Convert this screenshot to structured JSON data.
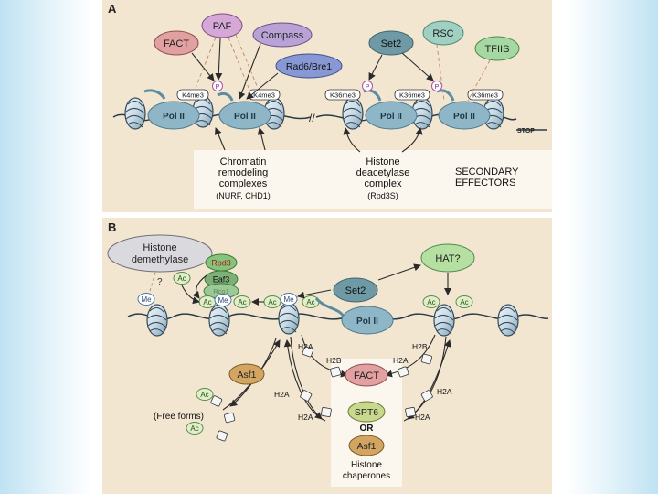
{
  "panel_a": {
    "label": "A",
    "factors": {
      "fact": "FACT",
      "paf": "PAF",
      "compass": "Compass",
      "rad6": "Rad6/Bre1",
      "set2": "Set2",
      "rsc": "RSC",
      "tfiis": "TFIIS"
    },
    "phospho": "P",
    "marks": {
      "k4_1": "K4me3",
      "k4_2": "K4me3",
      "k36_1": "K36me3",
      "k36_2": "K36me3",
      "k36_3": "K36me3"
    },
    "pol": {
      "p1": "Pol II",
      "p2": "Pol II",
      "p3": "Pol II",
      "p4": "Pol II"
    },
    "stop": "STOP",
    "chromatin": {
      "line1": "Chromatin",
      "line2": "remodeling",
      "line3": "complexes",
      "line4": "(NURF, CHD1)"
    },
    "hdac": {
      "line1": "Histone",
      "line2": "deacetylase",
      "line3": "complex",
      "line4": "(Rpd3S)"
    },
    "secondary": {
      "line1": "SECONDARY",
      "line2": "EFFECTORS"
    }
  },
  "panel_b": {
    "label": "B",
    "demethylase": {
      "line1": "Histone",
      "line2": "demethylase"
    },
    "question": "?",
    "rpd3": "Rpd3",
    "eaf3": "Eaf3",
    "rco1": "Rco1",
    "set2": "Set2",
    "pol": "Pol II",
    "hat": "HAT?",
    "me": "Me",
    "ac": "Ac",
    "h2a": "H2A",
    "h2b": "H2B",
    "fact": "FACT",
    "spt6": "SPT6",
    "or": "OR",
    "asf1_left": "Asf1",
    "asf1_center": "Asf1",
    "free_forms": "(Free forms)",
    "chaperones": {
      "line1": "Histone",
      "line2": "chaperones"
    }
  },
  "colors": {
    "panel_bg": "#f3e6d0",
    "band_bg": "#fbf6ee",
    "pol": "#8fb6c6",
    "pol_dark": "#5d8ca0",
    "fact": "#e3a0a0",
    "paf": "#d6a8d8",
    "compass": "#b9a3d6",
    "rad6": "#8798d4",
    "set2": "#6f9aa5",
    "rsc": "#9fd0c2",
    "tfiis": "#a6d8a3",
    "hat": "#b6e0a2",
    "asf1": "#d3a560",
    "spt6": "#c8d88c",
    "rpd3": "#86c47b",
    "eaf3": "#7db076",
    "demethylase": "#d9d9de",
    "ac": "#dff0c8"
  }
}
